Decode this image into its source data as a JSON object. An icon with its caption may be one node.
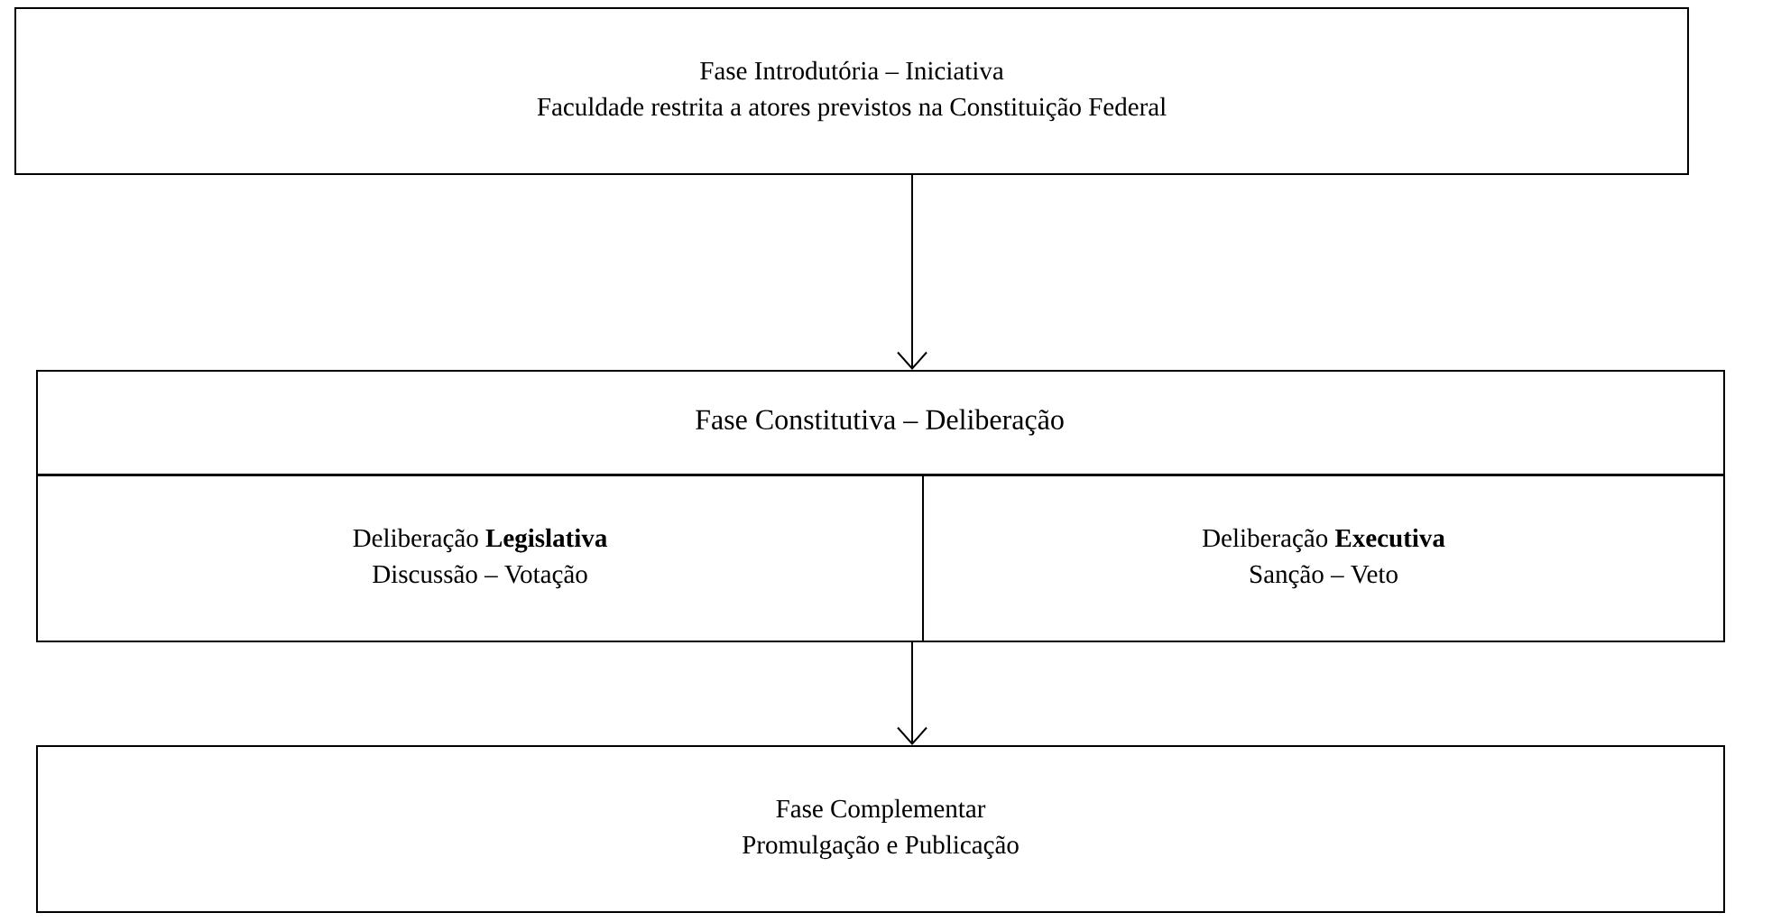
{
  "diagram": {
    "nodes": [
      {
        "text": [
          "Fase Introdutória – Iniciativa",
          "Faculdade restrita a atores previstos na Constituição Federal"
        ]
      },
      {
        "text": [
          "Fase Constitutiva – Deliberação"
        ]
      },
      {
        "text": [
          "Deliberação **Legislativa**",
          "Discussão – Votação"
        ],
        "in": 1
      },
      {
        "text": [
          "Deliberação **Executiva**",
          "Sanção – Veto"
        ],
        "in": 1
      },
      {
        "text": [
          "Fase Complementar",
          "Promulgação e Publicação"
        ]
      }
    ],
    "edges": [
      {
        "from": 0,
        "to": 1,
        "arrow": "to"
      },
      {
        "from": 1,
        "to": 4,
        "arrow": "to"
      }
    ]
  }
}
